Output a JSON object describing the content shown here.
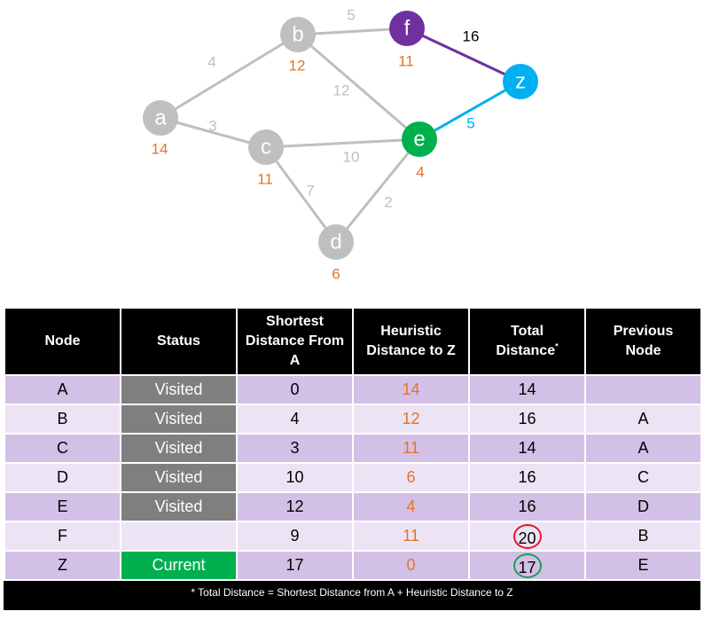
{
  "graph": {
    "nodes": [
      {
        "id": "a",
        "label": "a",
        "heuristic": "14",
        "color": "#bfbfbf"
      },
      {
        "id": "b",
        "label": "b",
        "heuristic": "12",
        "color": "#bfbfbf"
      },
      {
        "id": "c",
        "label": "c",
        "heuristic": "11",
        "color": "#bfbfbf"
      },
      {
        "id": "d",
        "label": "d",
        "heuristic": "6",
        "color": "#bfbfbf"
      },
      {
        "id": "e",
        "label": "e",
        "heuristic": "4",
        "color": "#00b04f"
      },
      {
        "id": "f",
        "label": "f",
        "heuristic": "11",
        "color": "#7030a0"
      },
      {
        "id": "z",
        "label": "z",
        "heuristic": "",
        "color": "#00b0f0"
      }
    ],
    "edges": [
      {
        "from": "a",
        "to": "b",
        "weight": "4",
        "color": "#bfbfbf"
      },
      {
        "from": "a",
        "to": "c",
        "weight": "3",
        "color": "#bfbfbf"
      },
      {
        "from": "b",
        "to": "f",
        "weight": "5",
        "color": "#bfbfbf"
      },
      {
        "from": "b",
        "to": "e",
        "weight": "12",
        "color": "#bfbfbf"
      },
      {
        "from": "c",
        "to": "e",
        "weight": "10",
        "color": "#bfbfbf"
      },
      {
        "from": "c",
        "to": "d",
        "weight": "7",
        "color": "#bfbfbf"
      },
      {
        "from": "d",
        "to": "e",
        "weight": "2",
        "color": "#bfbfbf"
      },
      {
        "from": "f",
        "to": "z",
        "weight": "16",
        "color": "#7030a0"
      },
      {
        "from": "e",
        "to": "z",
        "weight": "5",
        "color": "#00b0f0"
      }
    ],
    "heuristic_color": "#e0752a"
  },
  "table": {
    "headers": {
      "node": "Node",
      "status": "Status",
      "shortest_line1": "Shortest",
      "shortest_line2": "Distance From",
      "shortest_line3": "A",
      "heuristic_line1": "Heuristic",
      "heuristic_line2": "Distance to Z",
      "total_line1": "Total",
      "total_line2": "Distance",
      "total_mark": "*",
      "previous_line1": "Previous",
      "previous_line2": "Node"
    },
    "rows": [
      {
        "node": "A",
        "status": "Visited",
        "shortest": "0",
        "heuristic": "14",
        "total": "14",
        "previous": ""
      },
      {
        "node": "B",
        "status": "Visited",
        "shortest": "4",
        "heuristic": "12",
        "total": "16",
        "previous": "A"
      },
      {
        "node": "C",
        "status": "Visited",
        "shortest": "3",
        "heuristic": "11",
        "total": "14",
        "previous": "A"
      },
      {
        "node": "D",
        "status": "Visited",
        "shortest": "10",
        "heuristic": "6",
        "total": "16",
        "previous": "C"
      },
      {
        "node": "E",
        "status": "Visited",
        "shortest": "12",
        "heuristic": "4",
        "total": "16",
        "previous": "D"
      },
      {
        "node": "F",
        "status": "",
        "shortest": "9",
        "heuristic": "11",
        "total": "20",
        "previous": "B"
      },
      {
        "node": "Z",
        "status": "Current",
        "shortest": "17",
        "heuristic": "0",
        "total": "17",
        "previous": "E"
      }
    ],
    "footnote": "* Total Distance = Shortest Distance from A  +  Heuristic Distance to Z"
  }
}
